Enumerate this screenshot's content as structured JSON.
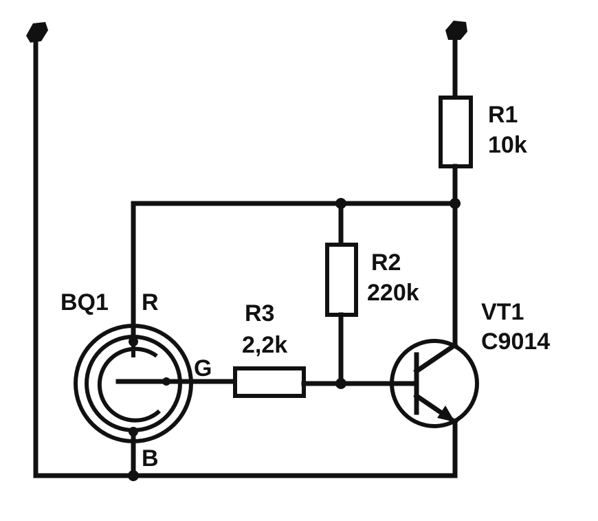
{
  "schematic": {
    "ink_color": "#111111",
    "background": "#ffffff",
    "components": {
      "r1": {
        "designator": "R1",
        "value": "10k"
      },
      "r2": {
        "designator": "R2",
        "value": "220k"
      },
      "r3": {
        "designator": "R3",
        "value": "2,2k"
      },
      "bq1": {
        "designator": "BQ1",
        "pin_r": "R",
        "pin_g": "G",
        "pin_b": "B"
      },
      "vt1": {
        "designator": "VT1",
        "part": "C9014"
      }
    }
  }
}
